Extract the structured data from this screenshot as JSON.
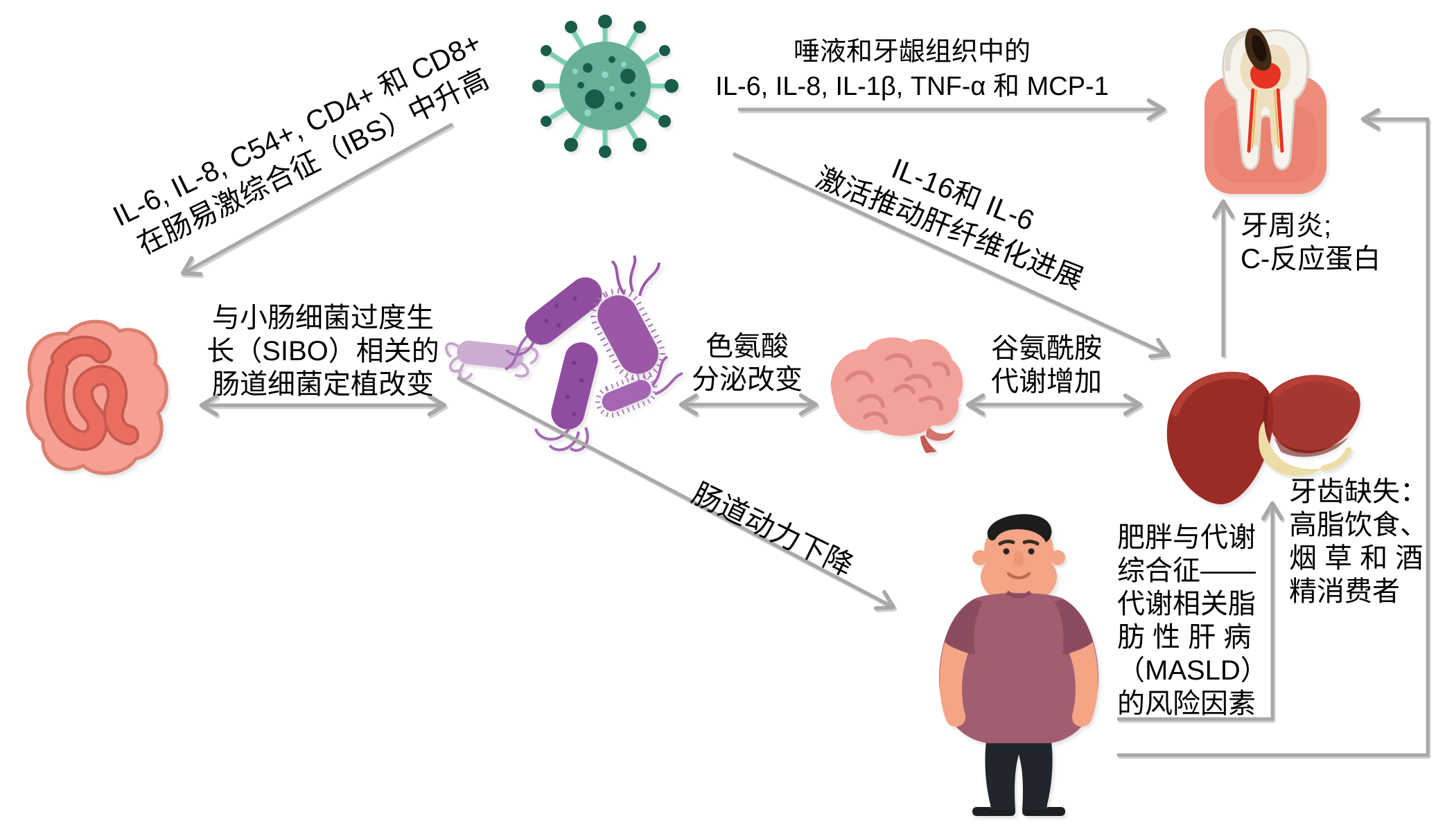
{
  "diagram_title": "口腔-肠道-肝脏-大脑轴医学示意图",
  "texts": {
    "ibs_elevated": {
      "line1": "IL-6, IL-8, C54+, CD4+ 和 CD8+",
      "line2": "在肠易激综合征（IBS）中升高"
    },
    "saliva_gingival": {
      "line1": "唾液和牙龈组织中的",
      "line2": "IL-6, IL-8, IL-1β, TNF-α 和 MCP-1"
    },
    "liver_fibrosis": {
      "line1": "IL-16和 IL-6",
      "line2": "激活推动肝纤维化进展"
    },
    "sibo": {
      "line1": "与小肠细菌过度生",
      "line2": "长（SIBO）相关的",
      "line3": "肠道细菌定植改变"
    },
    "tryptophan": {
      "line1": "色氨酸",
      "line2": "分泌改变"
    },
    "glutamine": {
      "line1": "谷氨酰胺",
      "line2": "代谢增加"
    },
    "gut_motility": {
      "line1": "肠道动力下降"
    },
    "periodontitis": {
      "line1": "牙周炎;",
      "line2": "C-反应蛋白"
    },
    "tooth_loss": {
      "line1": "牙齿缺失：",
      "line2": "高脂饮食、",
      "line3": "烟 草 和 酒",
      "line4": "精消费者"
    },
    "masld": {
      "line1": "肥胖与代谢",
      "line2": "综合征——",
      "line3": "代谢相关脂",
      "line4": "肪 性 肝 病",
      "line5": "（MASLD）",
      "line6": "的风险因素"
    }
  },
  "icons": {
    "virus": "oral-microbe-virus",
    "intestine": "intestine",
    "bacteria": "gut-bacteria",
    "brain": "brain",
    "liver": "liver",
    "tooth": "decayed-tooth-in-gum",
    "person": "obese-person"
  },
  "palette": {
    "background": "#ffffff",
    "text": "#000000",
    "arrow": "#a8a8a8",
    "virus_body": "#66b09a",
    "virus_dark": "#1a5c4b",
    "intestine": "#f5a092",
    "intestine_coil": "#ea6e60",
    "bacteria_purple": "#8f4d9f",
    "bacteria_light": "#ccadd2",
    "brain_pink": "#f3a19b",
    "liver_red": "#9b2b25",
    "gum_pink": "#ef8d7c",
    "tooth_white": "#f6f3ec",
    "skin": "#f3a585",
    "shirt": "#a15e70",
    "pants": "#20262b"
  }
}
